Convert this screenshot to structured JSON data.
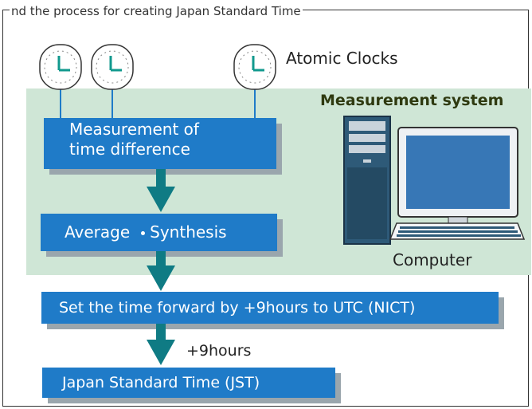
{
  "header": {
    "caption": "nd the process for creating Japan Standard Time"
  },
  "labels": {
    "atomic_clocks": "Atomic Clocks",
    "measurement_system": "Measurement system",
    "computer": "Computer",
    "offset": "+9hours"
  },
  "boxes": {
    "measurement_line1": "Measurement of",
    "measurement_line2": "time difference",
    "average": "Average",
    "synthesis": "Synthesis",
    "forward": "Set the time forward by +9hours to UTC (NICT)",
    "jst": "Japan Standard Time (JST)"
  },
  "icons": [
    "clock-icon",
    "clock-icon",
    "clock-icon",
    "computer-icon",
    "arrow-down-icon"
  ],
  "colors": {
    "box_fill": "#1f7bc8",
    "box_shadow": "#9aa6ad",
    "panel": "#cfe6d6",
    "arrow": "#0f7b84",
    "clock_hands": "#11998e",
    "system_label": "#2f3a10"
  }
}
